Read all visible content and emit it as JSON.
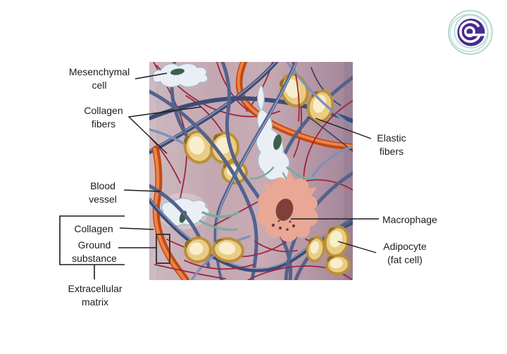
{
  "page": {
    "background": "#ffffff",
    "type": "biology-diagram",
    "subject": "Loose connective tissue / extracellular matrix"
  },
  "colors": {
    "ink": "#1c1c1c",
    "fiber_blue": "#54628c",
    "fiber_blue_dark": "#3d4c78",
    "fiber_blue_light": "#8290b6",
    "fiber_red": "#9e2440",
    "fiber_navy": "#2e3c66",
    "vessel_orange": "#e0561c",
    "vessel_highlight": "#f08245",
    "vessel_shadow": "#c04a12",
    "cell_body": "#e9eff5",
    "cell_outline": "#a3b9c6",
    "nucleus_green": "#3c5f4d",
    "teal_wisp": "#7aab9f",
    "adipocyte_ring": "#bb9038",
    "adipocyte_fill": "#eacc84",
    "adipocyte_highlight": "#f7eecb",
    "macrophage_body": "#e8a895",
    "macrophage_nucleus": "#7e4038",
    "logo_purple": "#472a8e",
    "logo_teal": "#8ec4bd"
  },
  "labels": {
    "mesenchymal_cell": {
      "lines": [
        "Mesenchymal",
        "cell"
      ]
    },
    "collagen_fibers": {
      "lines": [
        "Collagen",
        "fibers"
      ]
    },
    "blood_vessel": {
      "lines": [
        "Blood",
        "vessel"
      ]
    },
    "collagen": {
      "lines": [
        "Collagen"
      ]
    },
    "ground_substance": {
      "lines": [
        "Ground",
        "substance"
      ]
    },
    "extracellular_matrix": {
      "lines": [
        "Extracellular",
        "matrix"
      ]
    },
    "elastic_fibers": {
      "lines": [
        "Elastic",
        "fibers"
      ]
    },
    "macrophage": {
      "lines": [
        "Macrophage"
      ]
    },
    "adipocyte": {
      "lines": [
        "Adipocyte",
        "(fat cell)"
      ]
    }
  }
}
